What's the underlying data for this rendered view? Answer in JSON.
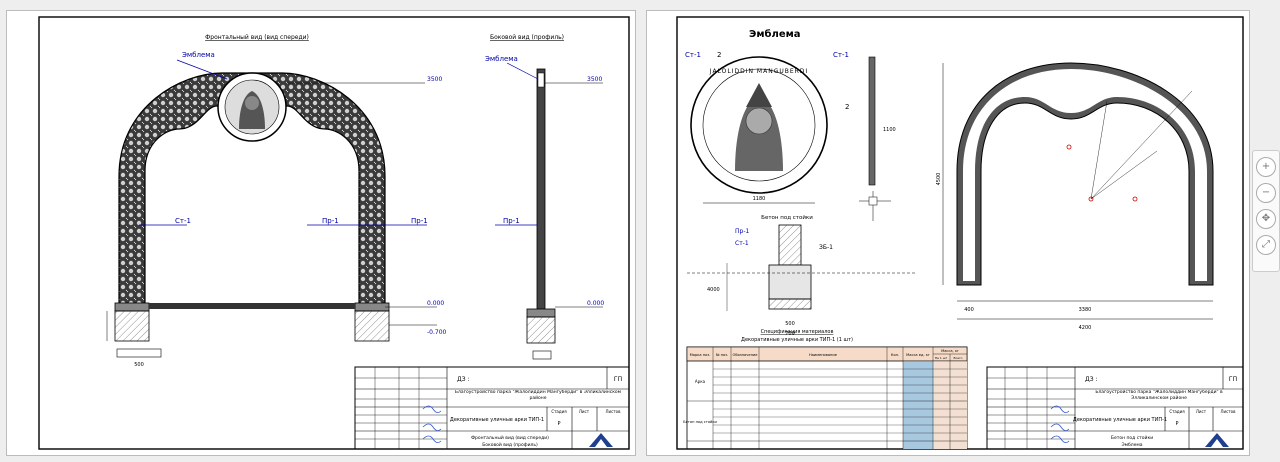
{
  "left_sheet": {
    "front_view_title": "Фронтальный вид (вид спереди)",
    "side_view_title": "Боковой вид (профиль)",
    "emblem_label": "Эмблема",
    "emblem_label_side": "Эмблема",
    "dim_top": "3500",
    "dim_top_side": "3500",
    "label_st": "Ст-1",
    "label_pr_left": "Пр-1",
    "label_pr_right": "Пр-1",
    "label_pr_side": "Пр-1",
    "dim_zero": "0.000",
    "dim_zero_side": "0.000",
    "dim_minus": "-0.700",
    "dim_base": "500",
    "stamp": {
      "sheet_no": "ГП",
      "code_prefix": "ДЗ :",
      "project": "Благоустройство парка \"Жалолиддин Мангуберди\" в Элликалинском районе",
      "title": "Декоративные уличные арки ТИП-1",
      "sheet_caption_1": "Фронтальный вид (вид спереди)",
      "sheet_caption_2": "Боковой вид (профиль)",
      "col_stage": "Стадия",
      "col_sheet": "Лист",
      "col_sheets": "Листов",
      "stage_value": "Р"
    }
  },
  "right_sheet": {
    "emblem_title": "Эмблема",
    "label_st_left": "Ст-1",
    "label_st_side": "Ст-1",
    "label_2a": "2",
    "label_2b": "2",
    "emblem_text": "JALOLIDDIN MANGUBERDI",
    "dim_circle": "1180",
    "dim_side_h": "1100",
    "section_title": "Бетон под стойки",
    "label_pr": "Пр-1",
    "label_st_sec": "Ст-1",
    "label_3b": "ЗБ-1",
    "dim_w1": "500",
    "dim_w2": "700",
    "dim_h1": "4000",
    "spec_title_1": "Спецификация материалов",
    "spec_title_2": "Декоративные уличные арки ТИП-1 (1 шт)",
    "spec_headers": [
      "Марка поз.",
      "№ поз.",
      "Обозначение",
      "Наименование",
      "Кол.",
      "Масса ед. кг",
      "Масса, кг"
    ],
    "spec_sub_headers": [
      "На 1 шт",
      "Всего"
    ],
    "spec_group_1": "Арка",
    "spec_group_2": "Бетон под стойки",
    "dim_arch_w": "4200",
    "dim_arch_inner": "3380",
    "dim_arch_h": "4500",
    "dim_arch_side": "400",
    "stamp": {
      "sheet_no": "ГП",
      "code_prefix": "ДЗ :",
      "project": "Благоустройство парка \"Жалолиддин Мангуберди\" в Элликалинском районе",
      "title": "Декоративные уличные арки ТИП-1",
      "sheet_caption_1": "Бетон под стойки",
      "sheet_caption_2": "Эмблема",
      "col_stage": "Стадия",
      "col_sheet": "Лист",
      "col_sheets": "Листов",
      "stage_value": "Р"
    }
  }
}
